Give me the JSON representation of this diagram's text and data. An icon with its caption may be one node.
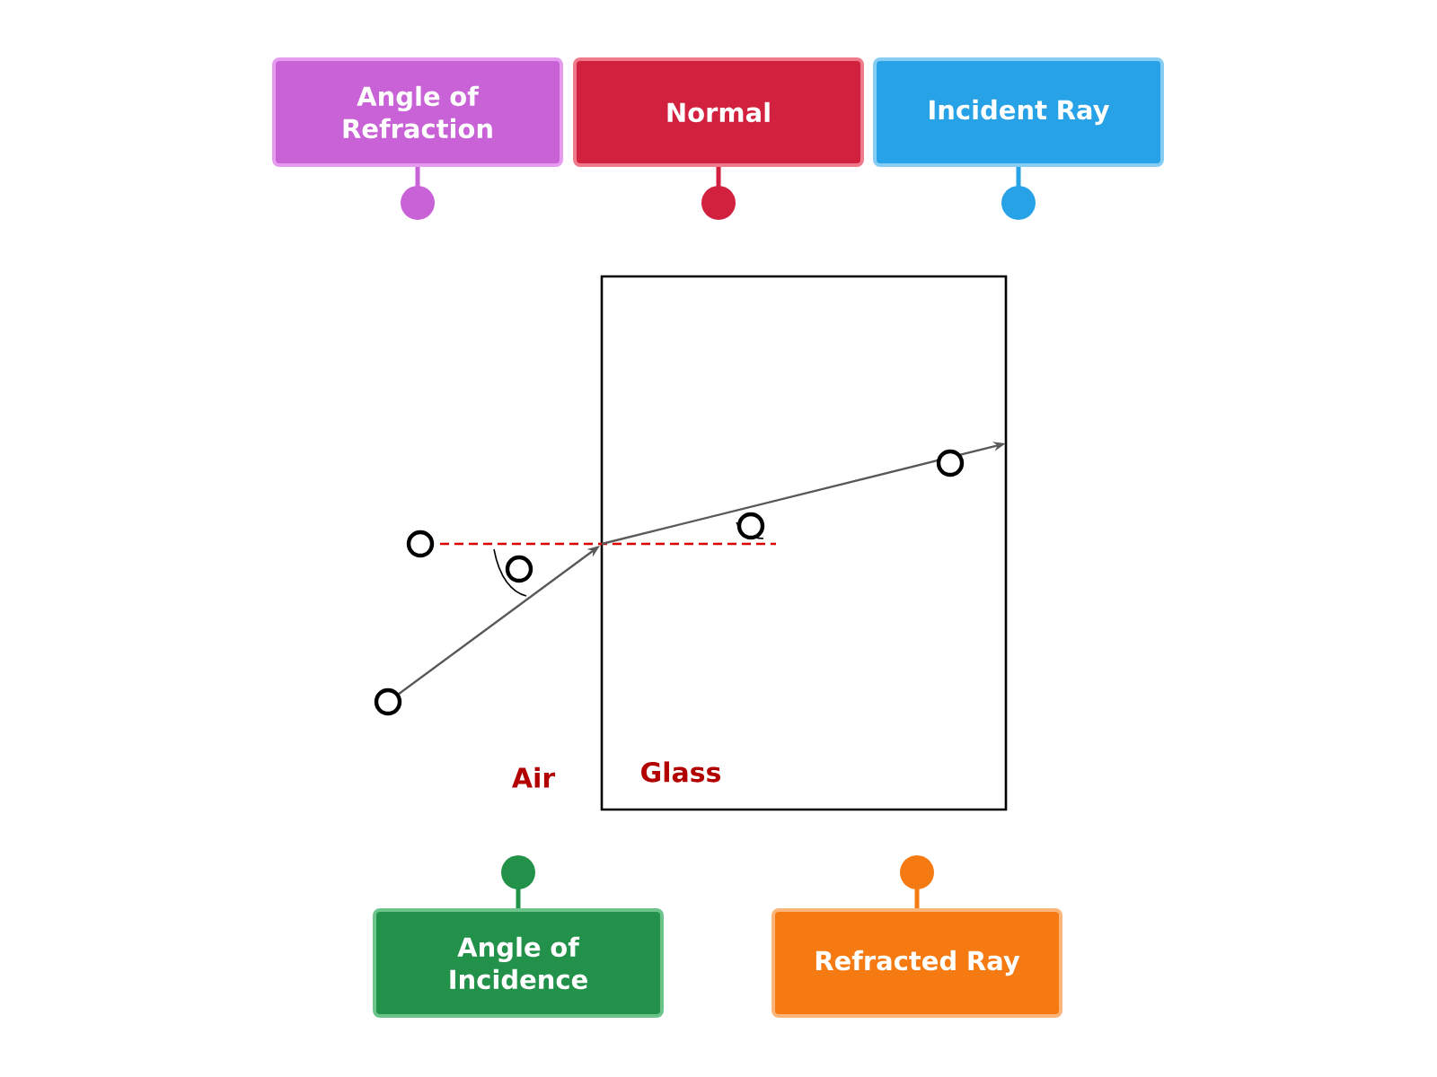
{
  "diagram": {
    "nodes": [
      {
        "text": [
          "Angle of Refraction"
        ]
      },
      {
        "text": [
          "Normal"
        ]
      },
      {
        "text": [
          "Incident Ray"
        ]
      },
      {
        "text": [
          "Angle of Incidence"
        ]
      },
      {
        "text": [
          "Refracted Ray"
        ]
      }
    ],
    "labels": [
      "Air",
      "Glass"
    ]
  }
}
